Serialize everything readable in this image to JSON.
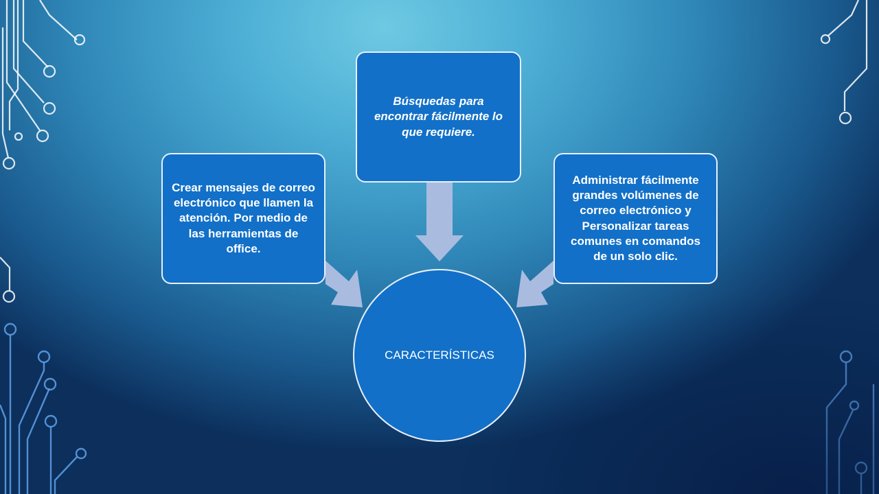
{
  "diagram": {
    "center_label": "CARACTERÍSTICAS",
    "nodes": [
      {
        "id": "left",
        "text": "Crear mensajes de correo electrónico que llamen la atención. Por medio de las herramientas de office."
      },
      {
        "id": "top",
        "text": "Búsquedas para encontrar fácilmente lo que requiere."
      },
      {
        "id": "right",
        "text": "Administrar fácilmente grandes volúmenes de correo electrónico y Personalizar tareas comunes en comandos de un solo clic."
      }
    ]
  },
  "colors": {
    "node_fill": "#1270c8",
    "node_border": "#e8f0fa",
    "arrow_fill": "#a9bce0",
    "circuit_stroke_light": "#ffffff",
    "circuit_stroke_blue": "#5b9be0"
  }
}
